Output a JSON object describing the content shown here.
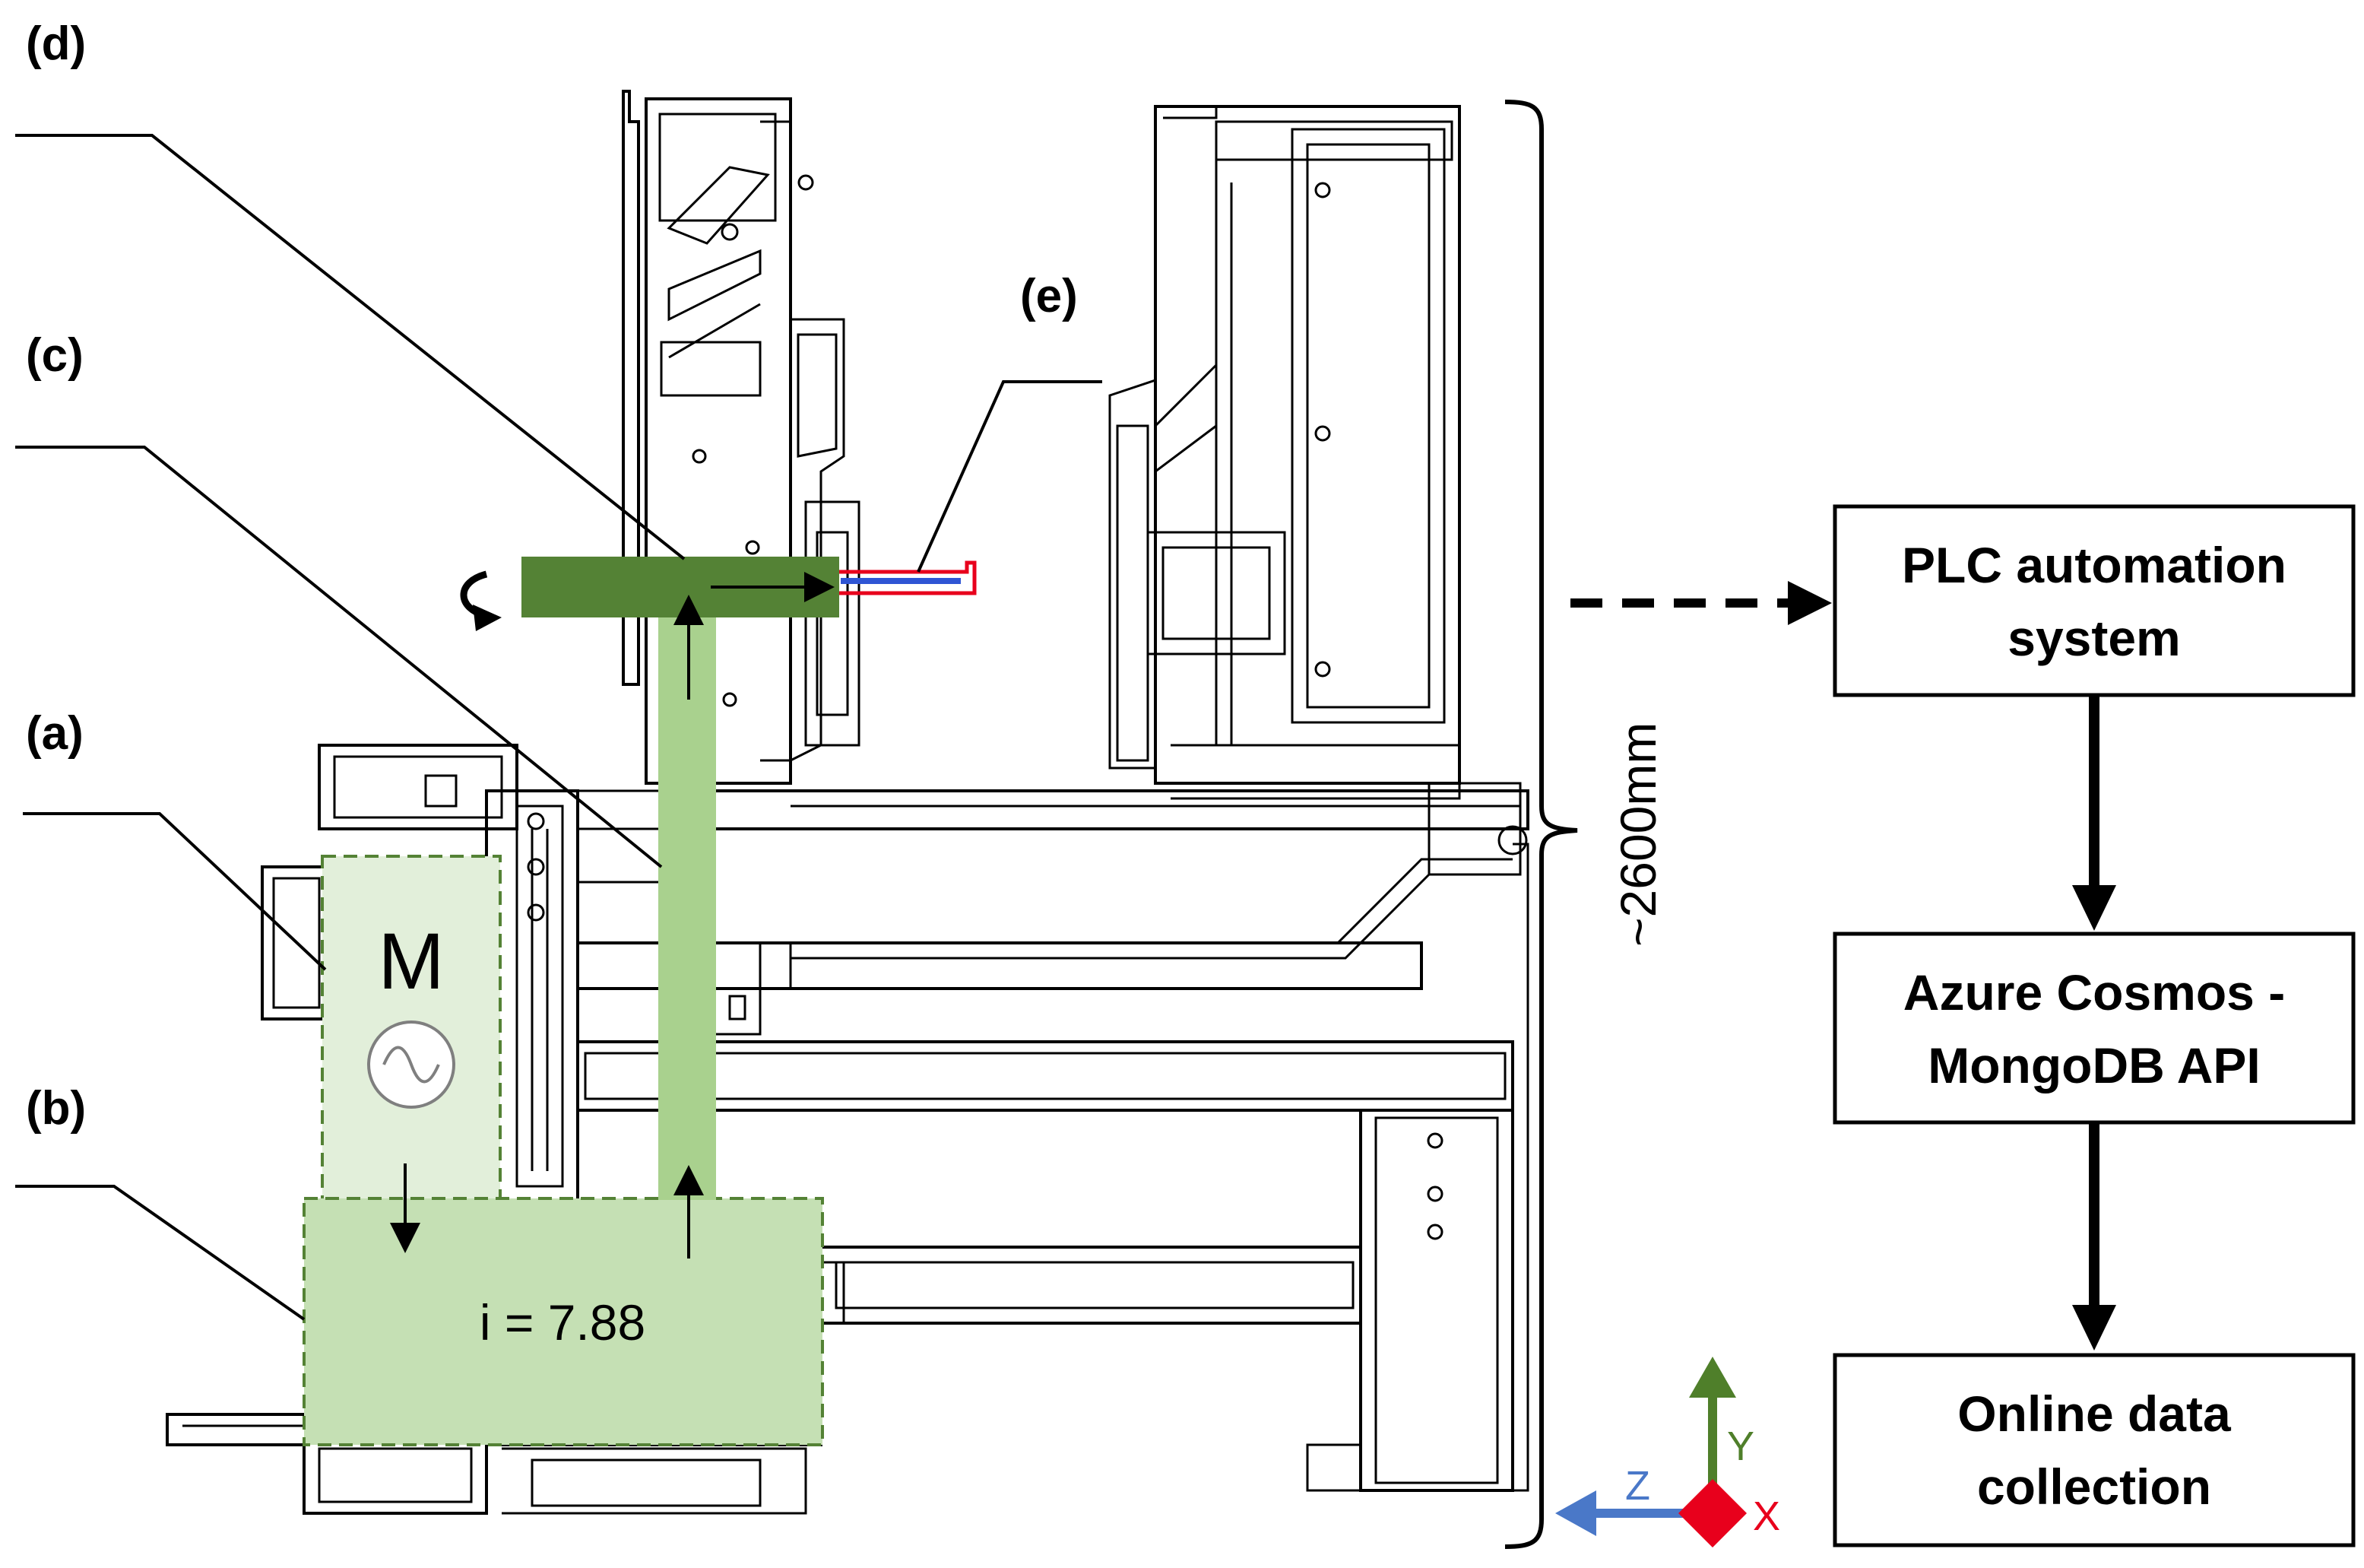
{
  "labels": {
    "a": "(a)",
    "b": "(b)",
    "c": "(c)",
    "d": "(d)",
    "e": "(e)"
  },
  "motor": {
    "symbol": "M"
  },
  "gearbox": {
    "ratio_text": "i = 7.88"
  },
  "dimension": {
    "text": "~2600mm"
  },
  "flow": {
    "boxes": [
      {
        "line1": "PLC automation",
        "line2": "system"
      },
      {
        "line1": "Azure Cosmos -",
        "line2": "MongoDB API"
      },
      {
        "line1": "Online data",
        "line2": "collection"
      }
    ]
  },
  "axes": {
    "y": "Y",
    "z": "Z",
    "x": "X",
    "colors": {
      "y": "#4f7f2a",
      "z": "#4a78c8",
      "x": "#e8001c"
    }
  },
  "colors": {
    "motor_fill": "#e2efda",
    "gearbox_fill": "#c5e0b4",
    "shaft_fill": "#a9d18e",
    "head_fill": "#548235",
    "dash_stroke": "#548235",
    "probe_red": "#e8001c",
    "probe_blue": "#2f55d4"
  }
}
